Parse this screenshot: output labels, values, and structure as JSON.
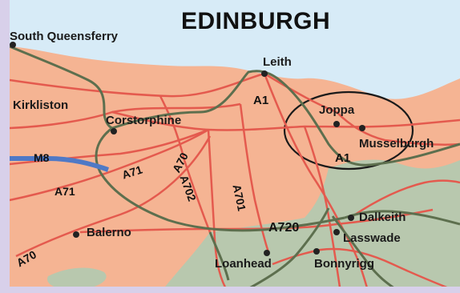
{
  "map": {
    "title": "EDINBURGH",
    "colors": {
      "sea": "#d7ebf7",
      "land": "#f5b493",
      "green": "#b8c8ae",
      "minor_roads": "#e45a4e",
      "major_roads": "#5d6f4e",
      "motorway": "#4f79c6",
      "frame": "#d8d0ea"
    },
    "places": [
      {
        "name": "South Queensferry"
      },
      {
        "name": "Leith"
      },
      {
        "name": "Kirkliston"
      },
      {
        "name": "Corstorphine"
      },
      {
        "name": "Joppa"
      },
      {
        "name": "Musselburgh"
      },
      {
        "name": "Balerno"
      },
      {
        "name": "Dalkeith"
      },
      {
        "name": "Lasswade"
      },
      {
        "name": "Loanhead"
      },
      {
        "name": "Bonnyrigg"
      }
    ],
    "roads": [
      "A1",
      "A1",
      "M8",
      "A71",
      "A71",
      "A70",
      "A70",
      "A702",
      "A701",
      "A720"
    ],
    "highlight": "circle-around-Joppa-Musselburgh"
  }
}
